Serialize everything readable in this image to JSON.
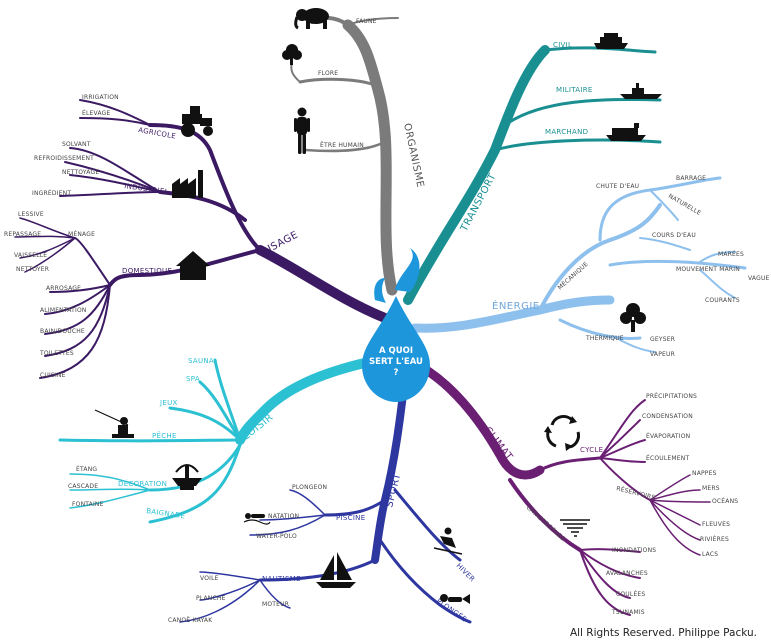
{
  "center": {
    "line1": "A QUOI",
    "line2": "SERT L'EAU",
    "line3": "?"
  },
  "colors": {
    "organisme": "#7b7b7b",
    "usage": "#3b1a63",
    "transport": "#1a8f92",
    "energie": "#8ec0ee",
    "climat": "#6a1f73",
    "loisir": "#2cc0d3",
    "sport": "#2e36a0",
    "drop": "#1e96dc"
  },
  "organisme": {
    "title": "ORGANISME",
    "faune": "FAUNE",
    "flore": "FLORE",
    "humain": "ÊTRE HUMAIN"
  },
  "usage": {
    "title": "USAGE",
    "agricole": "AGRICOLE",
    "irrigation": "IRRIGATION",
    "elevage": "ÉLEVAGE",
    "industriel": "INDUSTRIEL",
    "solvant": "SOLVANT",
    "refroidissement": "REFROIDISSEMENT",
    "nettoyage": "NETTOYAGE",
    "ingredient": "INGRÉDIENT",
    "domestique": "DOMESTIQUE",
    "menage": "MÉNAGE",
    "lessive": "LESSIVE",
    "repassage": "REPASSAGE",
    "vaisselle": "VAISSELLE",
    "nettoyer": "NETTOYER",
    "arrosage": "ARROSAGE",
    "alimentation": "ALIMENTATION",
    "bain": "BAIN/DOUCHE",
    "toilettes": "TOILETTES",
    "cuisine": "CUISINE"
  },
  "transport": {
    "title": "TRANSPORT",
    "civil": "CIVIL",
    "militaire": "MILITAIRE",
    "marchand": "MARCHAND"
  },
  "energie": {
    "title": "ÉNERGIE",
    "mecanique": "MÉCANIQUE",
    "chute": "CHUTE D'EAU",
    "barrage": "BARRAGE",
    "naturelle": "NATURELLE",
    "cours": "COURS D'EAU",
    "mouvement": "MOUVEMENT MARIN",
    "marees": "MARÉES",
    "vague": "VAGUE",
    "courants": "COURANTS",
    "thermique": "THERMIQUE",
    "geyser": "GEYSER",
    "vapeur": "VAPEUR"
  },
  "climat": {
    "title": "CLIMAT",
    "cycle": "CYCLE",
    "precipitations": "PRÉCIPITATIONS",
    "condensation": "CONDENSATION",
    "evaporation": "ÉVAPORATION",
    "ecoulement": "ÉCOULEMENT",
    "reservoirs": "RÉSERVOIRS",
    "nappes": "NAPPES",
    "mers": "MERS",
    "oceans": "OCÉANS",
    "fleuves": "FLEUVES",
    "rivieres": "RIVIÈRES",
    "lacs": "LACS",
    "catastrophes": "CATASTROPHES",
    "inondations": "INONDATIONS",
    "avalanches": "AVALANCHES",
    "coulees": "COULÉES",
    "tsunamis": "TSUNAMIS"
  },
  "loisir": {
    "title": "LOISIR",
    "sauna": "SAUNA",
    "spa": "SPA",
    "jeux": "JEUX",
    "peche": "PÊCHE",
    "decoration": "DÉCORATION",
    "etang": "ÉTANG",
    "cascade": "CASCADE",
    "fontaine": "FONTAINE",
    "baignade": "BAIGNADE"
  },
  "sport": {
    "title": "SPORT",
    "piscine": "PISCINE",
    "plongeon": "PLONGEON",
    "natation": "NATATION",
    "waterpolo": "WATER-POLO",
    "nautisme": "NAUTISME",
    "voile": "VOILE",
    "planche": "PLANCHE",
    "moteur": "MOTEUR",
    "canoe": "CANOË-KAYAK",
    "hiver": "HIVER",
    "plongee": "PLONGÉE"
  },
  "credit": "All Rights Reserved. Philippe Packu."
}
